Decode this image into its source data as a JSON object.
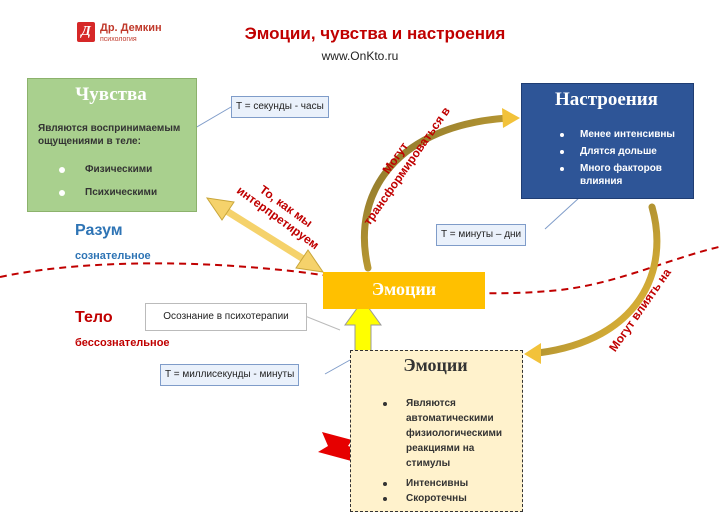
{
  "logo": {
    "letter": "Д",
    "name": "Др. Демкин",
    "subtitle": "психология"
  },
  "header": {
    "title": "Эмоции, чувства и настроения",
    "site": "www.OnKto.ru"
  },
  "feelings": {
    "title": "Чувства",
    "description": "Являются воспринимаемым ощущениями в теле:",
    "items": [
      "Физическими",
      "Психическими"
    ]
  },
  "moods": {
    "title": "Настроения",
    "items": [
      "Менее интенсивны",
      "Длятся дольше",
      "Много факторов влияния"
    ]
  },
  "emotions_box": {
    "title": "Эмоции",
    "items": [
      "Являются автоматическими физиологическими реакциями на стимулы",
      "Интенсивны",
      "Скоротечны"
    ]
  },
  "emotions_bar": {
    "label": "Эмоции"
  },
  "callouts": {
    "feelings_time": "T = секунды - часы",
    "moods_time": "T = минуты – дни",
    "emotions_time": "T = миллисекунды - минуты",
    "therapy": "Осознание в психотерапии"
  },
  "zones": {
    "mind_title": "Разум",
    "mind_sub": "сознательное",
    "body_title": "Тело",
    "body_sub": "бессознательное"
  },
  "arrow_labels": {
    "interpret_line1": "То, как мы",
    "interpret_line2": "интерпретируем",
    "transform_line1": "Могут",
    "transform_line2": "трансформироваться в",
    "influence": "Могут влиять на"
  },
  "colors": {
    "feelings": "#a9d08e",
    "moods": "#2e5597",
    "emotions_bar": "#ffc000",
    "emotions_box": "#fff2cc",
    "accent_red": "#c00000",
    "accent_blue": "#2e74b5"
  }
}
